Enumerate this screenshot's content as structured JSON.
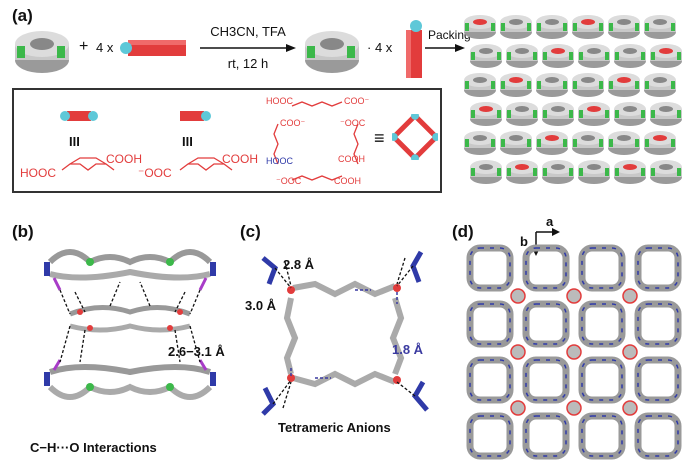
{
  "panels": {
    "a": {
      "label": "(a)",
      "plus": "+",
      "mult": "4 x",
      "dot_mult": "· 4 x",
      "cond_top": "CH3CN, TFA",
      "cond_bottom": "rt, 12 h",
      "packing": "Packing"
    },
    "b": {
      "label": "(b)",
      "measure": "2.6−3.1 Å",
      "caption": "C−H···O Interactions"
    },
    "c": {
      "label": "(c)",
      "d1": "2.8 Å",
      "d2": "3.0 Å",
      "d3": "1.8 Å",
      "caption": "Tetrameric Anions"
    },
    "d": {
      "label": "(d)",
      "axis_a": "a",
      "axis_b": "b"
    }
  },
  "legend": {
    "eq1": "III",
    "eq2": "III",
    "equiv": "≡",
    "left_left": "HOOC",
    "left_right": "COOH",
    "mid_left": "⁻OOC",
    "mid_right": "COOH",
    "tet_tl": "HOOC",
    "tet_tr": "COO⁻",
    "tet_ml": "COO⁻",
    "tet_mr": "⁻OOC",
    "tet_bl": "HOOC",
    "tet_br": "COOH",
    "tet_bbl": "⁻OOC",
    "tet_bbr": "COOH"
  },
  "colors": {
    "gray": "#c8c8c8",
    "green": "#3cb84a",
    "red": "#e23c3c",
    "cyan": "#5ec8d8",
    "blue": "#2f3aa8",
    "hbond_blue": "#3a3aa0"
  }
}
